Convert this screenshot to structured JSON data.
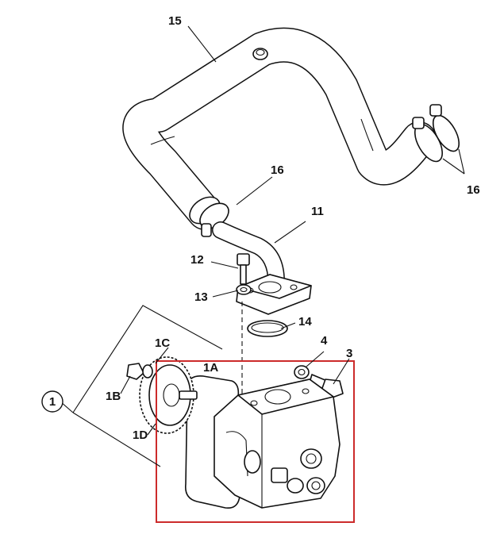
{
  "callouts": {
    "c15": "15",
    "c16a": "16",
    "c16b": "16",
    "c11": "11",
    "c12": "12",
    "c13": "13",
    "c14": "14",
    "c4": "4",
    "c3": "3",
    "c1C": "1C",
    "c1A": "1A",
    "c1B": "1B",
    "c1D": "1D",
    "c1": "1"
  },
  "colors": {
    "highlight": "#cc2b2b",
    "line": "#111111",
    "background": "#ffffff"
  }
}
